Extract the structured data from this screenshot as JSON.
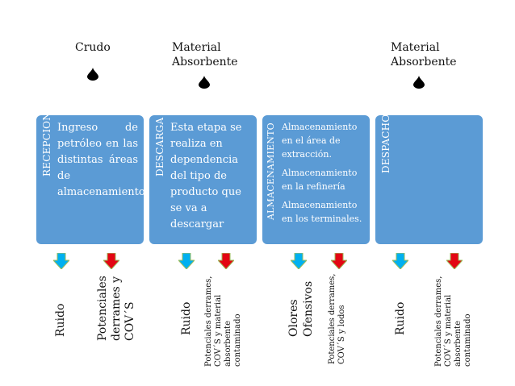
{
  "top_labels": [
    {
      "text": "Crudo"
    },
    {
      "text": "Material\nAbsorbente"
    },
    {
      "text": "Material\nAbsorbente"
    }
  ],
  "stages": [
    {
      "title": "RECEPCION",
      "text": "Ingreso de petróleo en las distintas áreas de almacenamiento"
    },
    {
      "title": "DESCARGA",
      "text": "Esta etapa se realiza en dependencia del tipo de producto que se va a descargar"
    },
    {
      "title": "ALMACENAMIENTO",
      "paragraphs": [
        "Almacenamiento en el área de extracción.",
        "Almacenamiento en la refinería",
        "Almacenamiento en los terminales."
      ]
    },
    {
      "title": "DESPACHO",
      "text": ""
    }
  ],
  "outputs": [
    {
      "text": "Ruido"
    },
    {
      "text": "Potenciales\nderrames y\nCOV´S"
    },
    {
      "text": "Ruido"
    },
    {
      "text": "Potenciales derrames,\nCOV´S y material\nabsorbente\ncontaminado"
    },
    {
      "text": "Olores\nOfensivos"
    },
    {
      "text": "Potenciales derrames,\nCOV´S y lodos"
    },
    {
      "text": "Ruido"
    },
    {
      "text": "Potenciales derrames,\nCOV´S y material\nabsorbente\ncontaminado"
    }
  ],
  "colors": {
    "stage": "#5b9bd5",
    "arrow_blue": "#00b0f0",
    "arrow_red": "#e30613",
    "arrow_olive": "#9bbb59"
  }
}
